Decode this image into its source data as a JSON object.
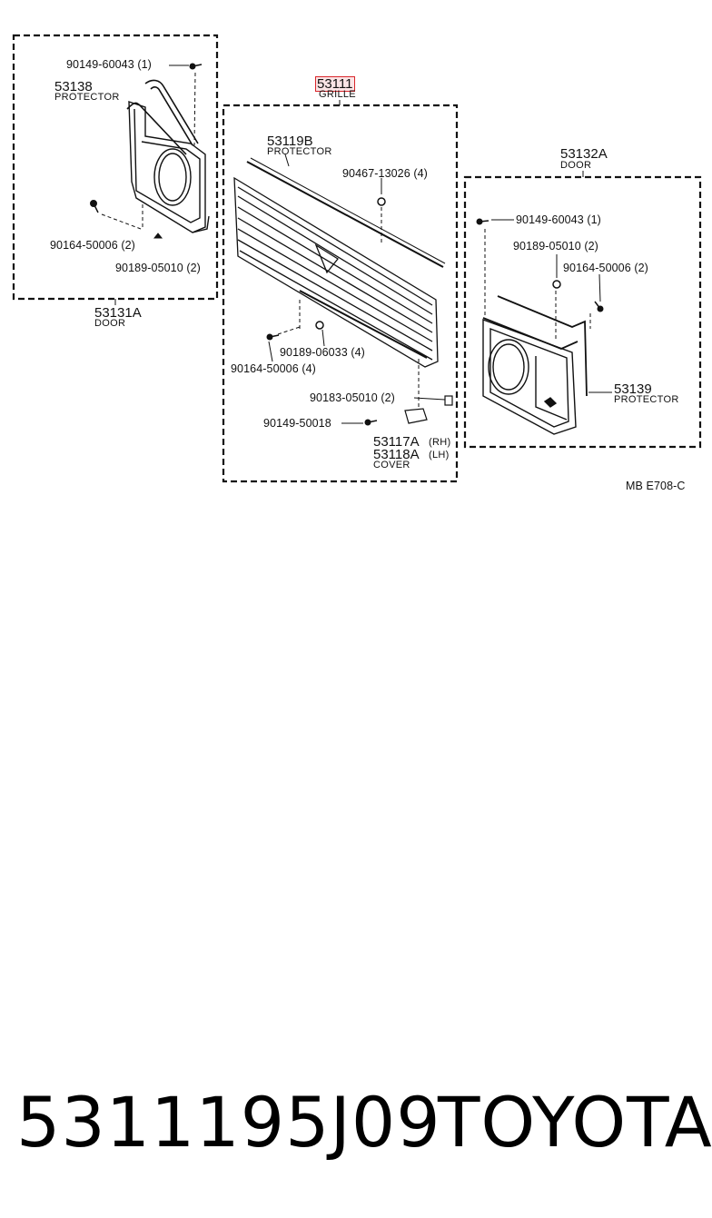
{
  "highlight_color": "#d9252a",
  "diagram_code": "MB  E708-C",
  "groups": {
    "left_door": {
      "part": "53131A",
      "name": "DOOR"
    },
    "grille": {
      "part": "53111",
      "name": "GRILLE"
    },
    "right_door": {
      "part": "53132A",
      "name": "DOOR"
    }
  },
  "labels": {
    "l_screw_top": "90149-60043 (1)",
    "l_protector_part": "53138",
    "l_protector_name": "PROTECTOR",
    "l_screw_mid": "90164-50006 (2)",
    "l_clip": "90189-05010 (2)",
    "g_protector_part": "53119B",
    "g_protector_name": "PROTECTOR",
    "g_clip_top": "90467-13026 (4)",
    "g_clip_mid": "90189-06033 (4)",
    "g_screw": "90164-50006 (4)",
    "g_nut": "90183-05010 (2)",
    "g_screw_bottom": "90149-50018",
    "g_cover_rh": "53117A",
    "g_cover_rh_suffix": "(RH)",
    "g_cover_lh": "53118A",
    "g_cover_lh_suffix": "(LH)",
    "g_cover_name": "COVER",
    "r_screw_top": "90149-60043 (1)",
    "r_clip": "90189-05010 (2)",
    "r_screw": "90164-50006 (2)",
    "r_protector_part": "53139",
    "r_protector_name": "PROTECTOR"
  },
  "footer": {
    "part_number": "5311195J09",
    "brand": "TOYOTA"
  }
}
